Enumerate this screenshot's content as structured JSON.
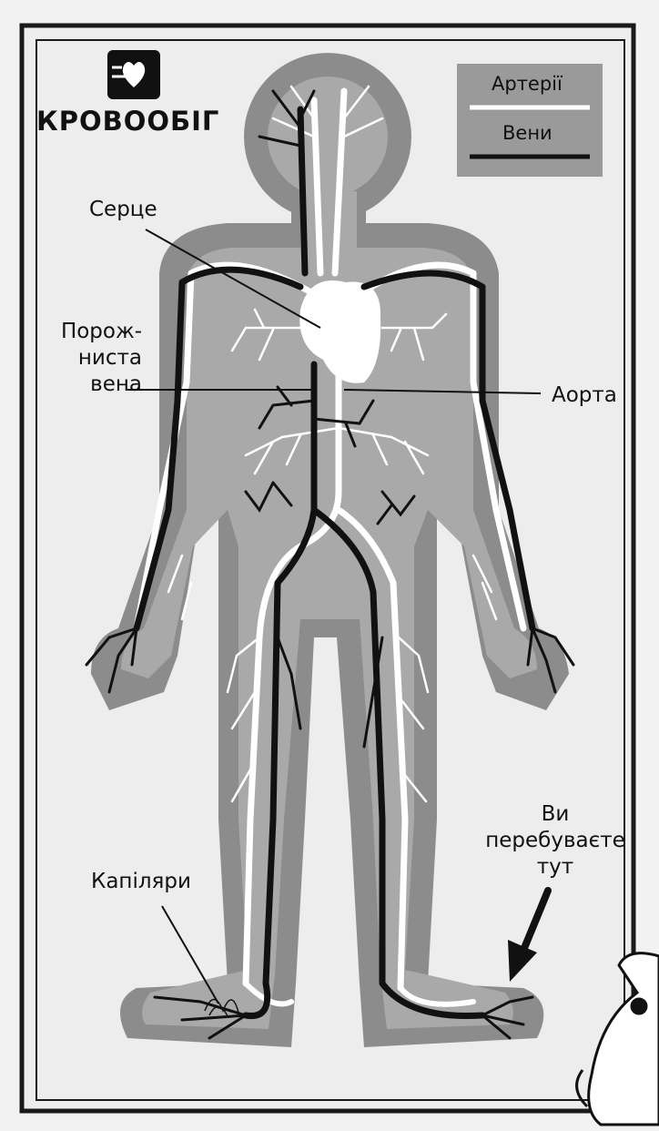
{
  "logo": {
    "title": "КРОВООБІГ",
    "icon": "heart-box-icon"
  },
  "legend": [
    {
      "label": "Артерії",
      "line_color": "#ffffff"
    },
    {
      "label": "Вени",
      "line_color": "#111111"
    }
  ],
  "labels": {
    "heart": "Серце",
    "vena_cava": [
      "Порож-",
      "ниста",
      "вена"
    ],
    "aorta": "Аорта",
    "capillaries": "Капіляри",
    "you_are_here": [
      "Ви",
      "перебуваєте",
      "тут"
    ]
  },
  "colors": {
    "background": "#f2f2f2",
    "frame": "#1a1a1a",
    "body_outer": "#8c8c8c",
    "body_inner": "#a9a9a9",
    "legend_box": "#9a9a9a",
    "artery": "#ffffff",
    "vein": "#111111"
  }
}
